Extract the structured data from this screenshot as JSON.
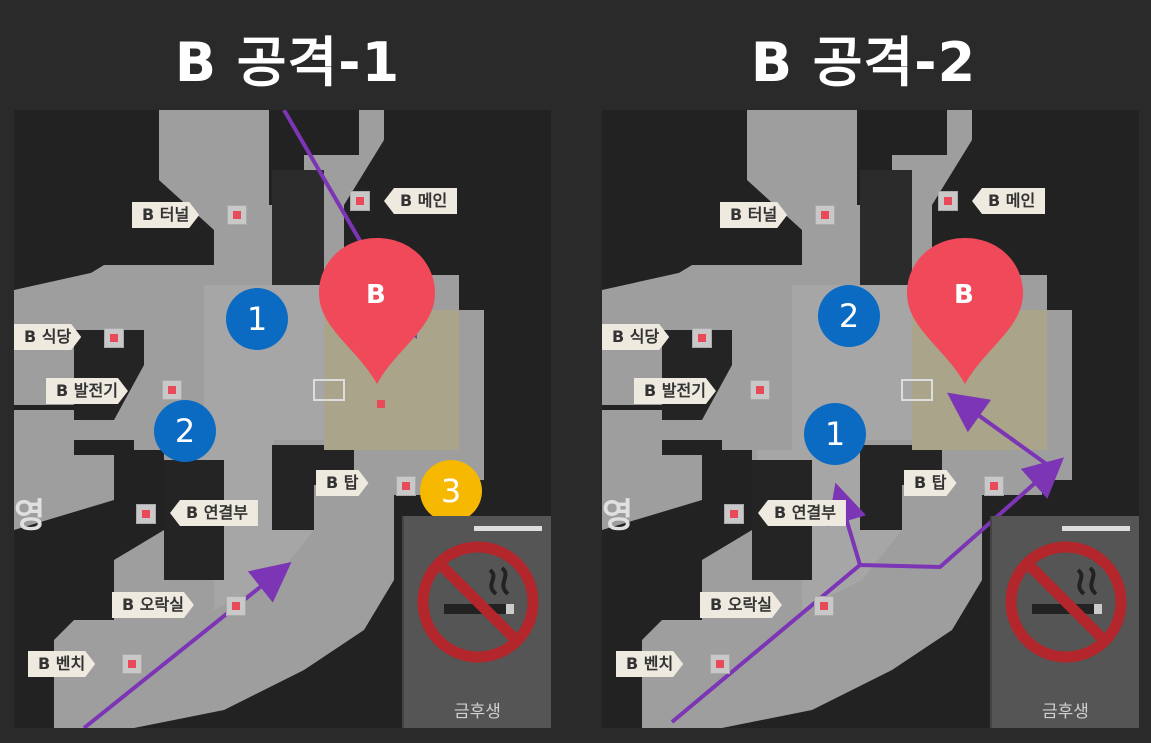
{
  "titles": {
    "left": "B 공격-1",
    "right": "B 공격-2"
  },
  "site_label": "B",
  "edge_glyph": "영",
  "locations": {
    "tunnel": "B 터널",
    "main": "B 메인",
    "cafeteria": "B 식당",
    "generator": "B 발전기",
    "tower": "B 탑",
    "link": "B 연결부",
    "lounge": "B 오락실",
    "bench": "B 벤치"
  },
  "nosmoke_caption": "금후생",
  "left_markers": [
    "1",
    "2",
    "3"
  ],
  "right_markers": [
    "2",
    "1"
  ],
  "colors": {
    "background": "#2a2a2a",
    "route": "#7b35b5",
    "site_pin": "#f04a5a",
    "plant_zone": "#a9a48a",
    "marker_blue": "#0b6bc2",
    "marker_yellow": "#f6b800"
  },
  "icons": [
    "no-smoking-icon",
    "site-pin-icon"
  ]
}
